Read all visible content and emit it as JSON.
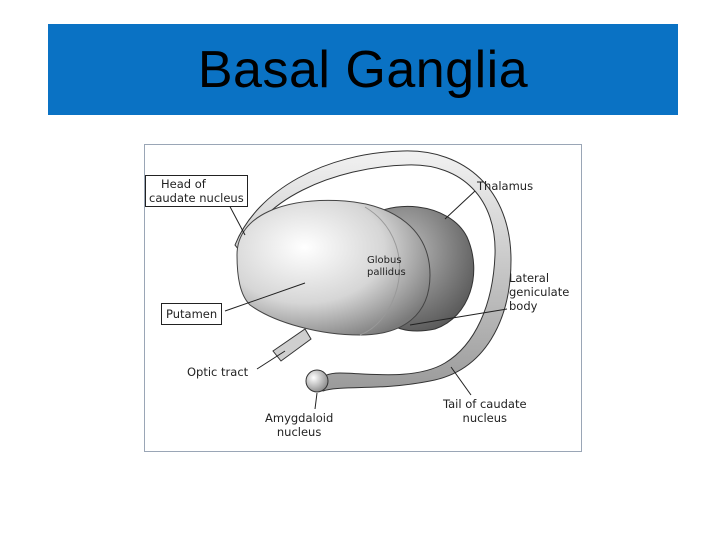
{
  "slide": {
    "title": "Basal Ganglia",
    "title_bar_color": "#0a72c4"
  },
  "diagram": {
    "labels": {
      "head_of_caudate_line1": "Head of",
      "head_of_caudate_line2": "caudate nucleus",
      "putamen": "Putamen",
      "globus_pallidus_line1": "Globus",
      "globus_pallidus_line2": "pallidus",
      "thalamus": "Thalamus",
      "lateral_geniculate_line1": "Lateral",
      "lateral_geniculate_line2": "geniculate",
      "lateral_geniculate_line3": "body",
      "optic_tract": "Optic tract",
      "amygdaloid_line1": "Amygdaloid",
      "amygdaloid_line2": "nucleus",
      "tail_of_caudate_line1": "Tail of caudate",
      "tail_of_caudate_line2": "nucleus"
    }
  }
}
